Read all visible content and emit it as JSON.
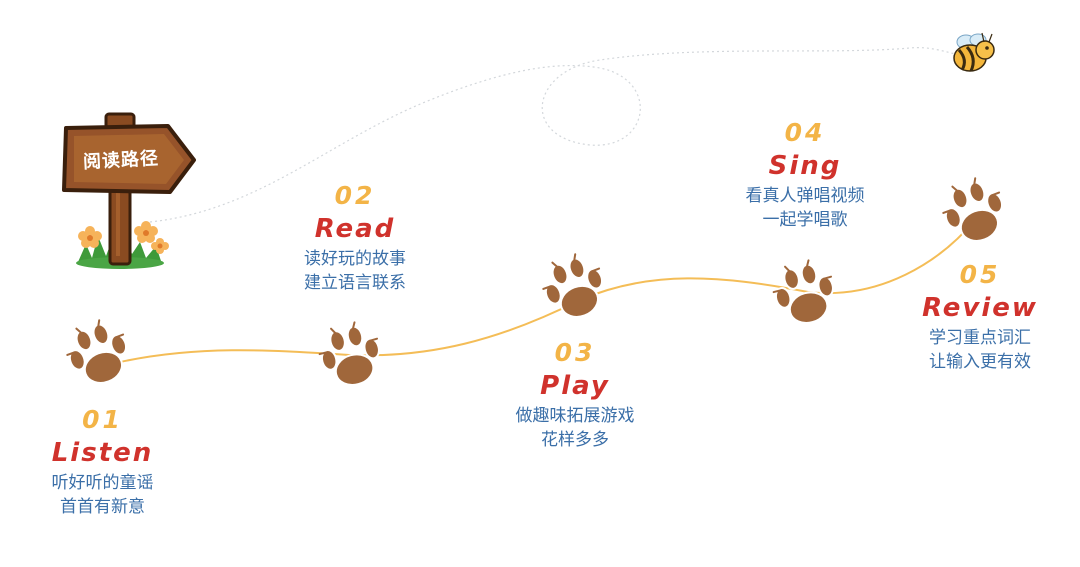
{
  "signpost": {
    "label": "阅读路径"
  },
  "steps": [
    {
      "num": "01",
      "title": "Listen",
      "lines": [
        "听好听的童谣",
        "首首有新意"
      ]
    },
    {
      "num": "02",
      "title": "Read",
      "lines": [
        "读好玩的故事",
        "建立语言联系"
      ]
    },
    {
      "num": "03",
      "title": "Play",
      "lines": [
        "做趣味拓展游戏",
        "花样多多"
      ]
    },
    {
      "num": "04",
      "title": "Sing",
      "lines": [
        "看真人弹唱视频",
        "一起学唱歌"
      ]
    },
    {
      "num": "05",
      "title": "Review",
      "lines": [
        "学习重点词汇",
        "让输入更有效"
      ]
    }
  ],
  "colors": {
    "number": "#f3b447",
    "title": "#d0322c",
    "description": "#3b6fa8",
    "paw": "#a0673b",
    "path_line": "#f4bd57"
  },
  "icons": [
    "signpost-icon",
    "paw-print-icon",
    "bee-icon",
    "flower-icon"
  ]
}
